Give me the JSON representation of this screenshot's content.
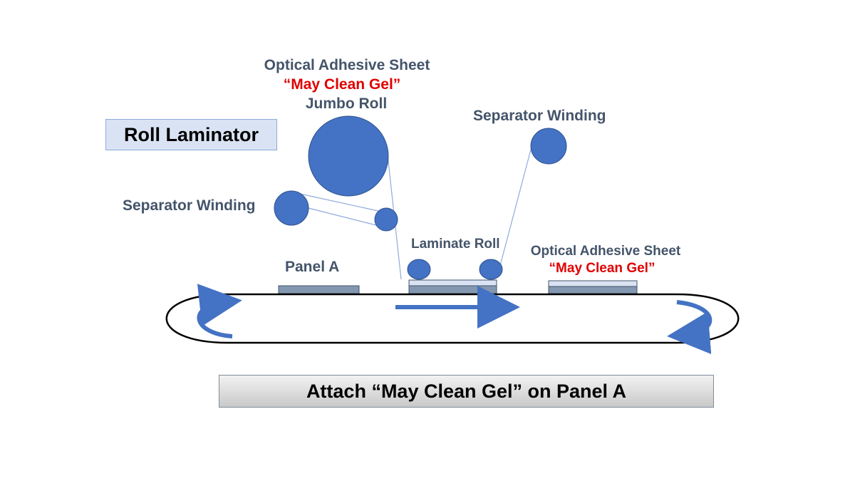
{
  "title": "Roll Laminator",
  "labels": {
    "jumbo_top": "Optical Adhesive Sheet",
    "jumbo_product": "“May Clean Gel”",
    "jumbo_bottom": "Jumbo Roll",
    "separator_left": "Separator Winding",
    "separator_right": "Separator Winding",
    "laminate_roll": "Laminate Roll",
    "panel_a": "Panel A",
    "sheet_right": "Optical Adhesive Sheet",
    "sheet_right_product": "“May Clean Gel”"
  },
  "caption": "Attach “May Clean Gel” on Panel A",
  "colors": {
    "roll_fill": "#4472c4",
    "roll_stroke": "#2f528f",
    "label_text": "#44546a",
    "highlight_text": "#e00000",
    "panel_fill": "#8497b0",
    "sheet_fill": "#dae3f3",
    "title_box_fill": "#dae3f3"
  }
}
